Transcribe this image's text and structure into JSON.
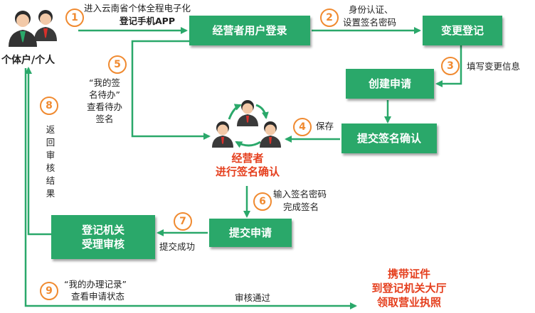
{
  "actors": {
    "individual": "个体户/个人",
    "operator": [
      "经营者",
      "进行签名确认"
    ]
  },
  "boxes": {
    "login": "经营者用户登录",
    "change": "变更登记",
    "create": "创建申请",
    "submit_sign": "提交签名确认",
    "submit_app": "提交申请",
    "agency": [
      "登记机关",
      "受理审核"
    ]
  },
  "steps": {
    "s1": {
      "num": "1",
      "lines": [
        "进入云南省个体全程电子化",
        "登记手机APP"
      ]
    },
    "s2": {
      "num": "2",
      "lines": [
        "身份认证、",
        "设置签名密码"
      ]
    },
    "s3": {
      "num": "3",
      "text": "填写变更信息"
    },
    "s4": {
      "num": "4",
      "text": "保存"
    },
    "s5": {
      "num": "5",
      "lines": [
        "“我的签",
        "名待办”",
        "查看待办",
        "签名"
      ]
    },
    "s6": {
      "num": "6",
      "lines": [
        "输入签名密码",
        "完成签名"
      ]
    },
    "s7": {
      "num": "7",
      "text": "提交成功"
    },
    "s8": {
      "num": "8",
      "text": "返回审核结果"
    },
    "s9": {
      "num": "9",
      "lines": [
        "“我的办理记录”",
        "查看申请状态"
      ]
    }
  },
  "approved": "审核通过",
  "final": [
    "携带证件",
    "到登记机关大厅",
    "领取营业执照"
  ],
  "colors": {
    "box": "#2aa86a",
    "accent": "#f08a30",
    "highlight": "#e5401f"
  }
}
